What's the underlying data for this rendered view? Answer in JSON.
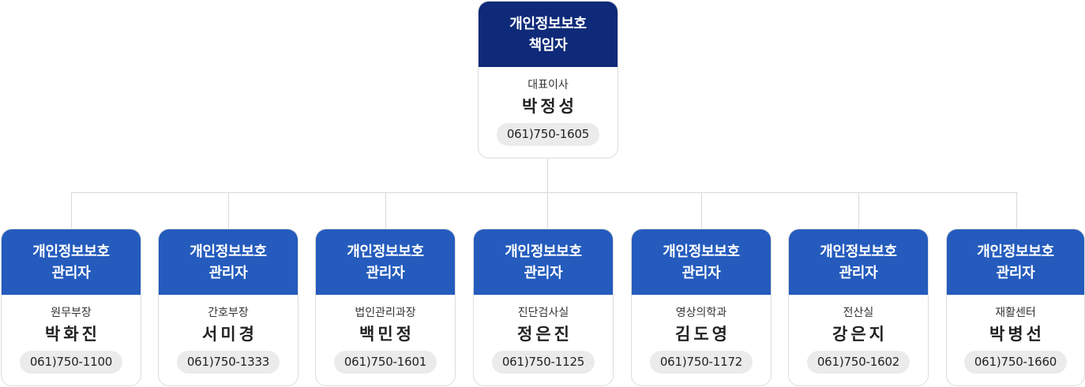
{
  "top": {
    "title_line1": "개인정보보호",
    "title_line2": "책임자",
    "position": "대표이사",
    "name": "박정성",
    "phone": "061)750-1605"
  },
  "managers": [
    {
      "title_line1": "개인정보보호",
      "title_line2": "관리자",
      "department": "원무부장",
      "name": "박화진",
      "phone": "061)750-1100"
    },
    {
      "title_line1": "개인정보보호",
      "title_line2": "관리자",
      "department": "간호부장",
      "name": "서미경",
      "phone": "061)750-1333"
    },
    {
      "title_line1": "개인정보보호",
      "title_line2": "관리자",
      "department": "법인관리과장",
      "name": "백민정",
      "phone": "061)750-1601"
    },
    {
      "title_line1": "개인정보보호",
      "title_line2": "관리자",
      "department": "진단검사실",
      "name": "정은진",
      "phone": "061)750-1125"
    },
    {
      "title_line1": "개인정보보호",
      "title_line2": "관리자",
      "department": "영상의학과",
      "name": "김도영",
      "phone": "061)750-1172"
    },
    {
      "title_line1": "개인정보보호",
      "title_line2": "관리자",
      "department": "전산실",
      "name": "강은지",
      "phone": "061)750-1602"
    },
    {
      "title_line1": "개인정보보호",
      "title_line2": "관리자",
      "department": "재활센터",
      "name": "박병선",
      "phone": "061)750-1660"
    }
  ],
  "colors": {
    "top_header": "#0e2a78",
    "manager_header": "#245bbd",
    "connector": "#d9d9d9",
    "phone_pill": "#ebebeb"
  }
}
